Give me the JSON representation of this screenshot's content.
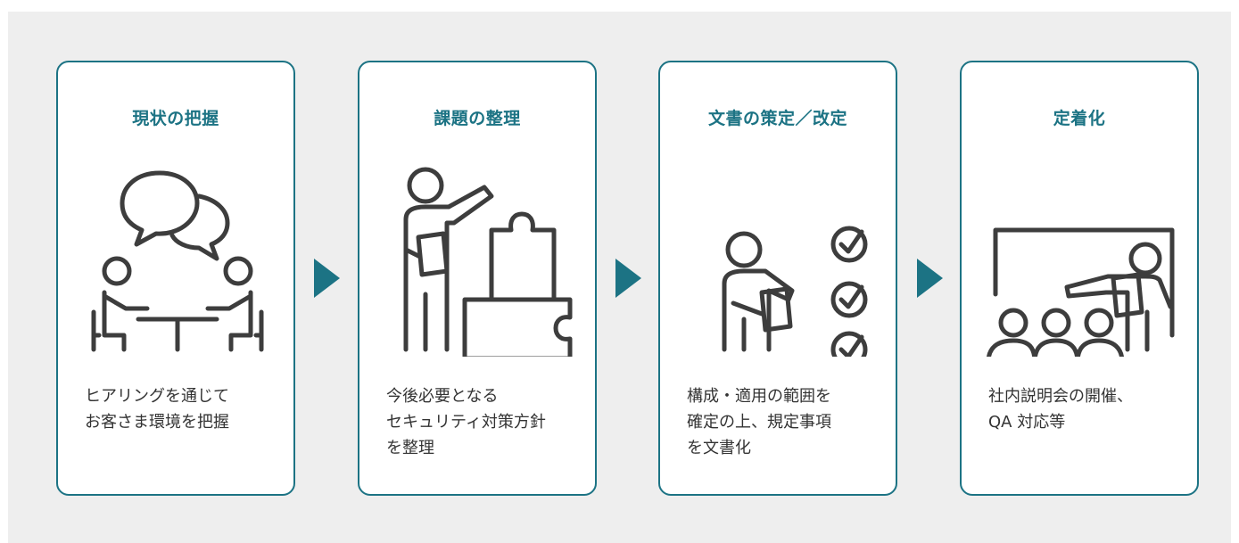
{
  "steps": [
    {
      "title": "現状の把握",
      "desc": "ヒアリングを通じて\nお客さま環境を把握",
      "icon": "meeting-icon"
    },
    {
      "title": "課題の整理",
      "desc": "今後必要となる\nセキュリティ対策方針\nを整理",
      "icon": "puzzle-presenter-icon"
    },
    {
      "title": "文書の策定／改定",
      "desc": "構成・適用の範囲を\n確定の上、規定事項\nを文書化",
      "icon": "checklist-icon"
    },
    {
      "title": "定着化",
      "desc": "社内説明会の開催、\nQA 対応等",
      "icon": "seminar-icon"
    }
  ],
  "colors": {
    "accent": "#1c7384",
    "panel_bg": "#eeeeee",
    "icon_stroke": "#3d3d3d"
  }
}
